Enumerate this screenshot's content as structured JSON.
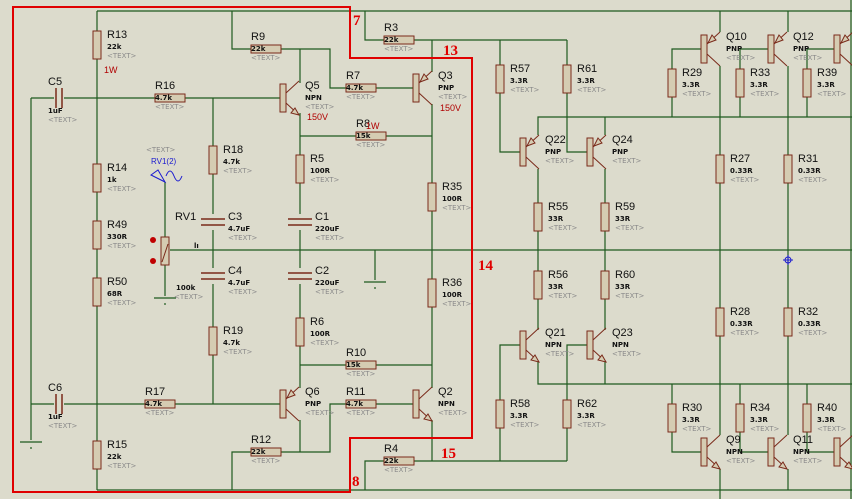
{
  "colors": {
    "background": "#dcdbcc",
    "wire": "#1e5a1e",
    "component_body": "#d5ccb2",
    "component_outline": "#7a2a1a",
    "highlight_box": "#e00000",
    "probe": "#1a1ad0"
  },
  "placeholder_text": "<TEXT>",
  "net_labels": {
    "n7": "7",
    "n13": "13",
    "n14": "14",
    "n15": "15",
    "n8": "8"
  },
  "annotations": {
    "r13_power": "1W",
    "r8_power": "1W",
    "q5_voltage": "150V",
    "q3_voltage": "150V",
    "rv1_probe": "RV1(2)",
    "rv1_probe_text": "<TEXT>",
    "rv1_wiper_mark": "lı"
  },
  "parts": {
    "R13": {
      "ref": "R13",
      "value": "22k"
    },
    "R14": {
      "ref": "R14",
      "value": "1k"
    },
    "R49": {
      "ref": "R49",
      "value": "330R"
    },
    "R50": {
      "ref": "R50",
      "value": "68R"
    },
    "R15": {
      "ref": "R15",
      "value": "22k"
    },
    "R16": {
      "ref": "R16",
      "value": "4.7k"
    },
    "R9": {
      "ref": "R9",
      "value": "22k"
    },
    "R7": {
      "ref": "R7",
      "value": "4.7k"
    },
    "R8": {
      "ref": "R8",
      "value": "15k"
    },
    "R18": {
      "ref": "R18",
      "value": "4.7k"
    },
    "R5": {
      "ref": "R5",
      "value": "100R"
    },
    "R19": {
      "ref": "R19",
      "value": "4.7k"
    },
    "R6": {
      "ref": "R6",
      "value": "100R"
    },
    "R10": {
      "ref": "R10",
      "value": "15k"
    },
    "R11": {
      "ref": "R11",
      "value": "4.7k"
    },
    "R17": {
      "ref": "R17",
      "value": "4.7k"
    },
    "R12": {
      "ref": "R12",
      "value": "22k"
    },
    "R4": {
      "ref": "R4",
      "value": "22k"
    },
    "R3": {
      "ref": "R3",
      "value": "22k"
    },
    "R35": {
      "ref": "R35",
      "value": "100R"
    },
    "R36": {
      "ref": "R36",
      "value": "100R"
    },
    "R57": {
      "ref": "R57",
      "value": "3.3R"
    },
    "R61": {
      "ref": "R61",
      "value": "3.3R"
    },
    "R55": {
      "ref": "R55",
      "value": "33R"
    },
    "R59": {
      "ref": "R59",
      "value": "33R"
    },
    "R56": {
      "ref": "R56",
      "value": "33R"
    },
    "R60": {
      "ref": "R60",
      "value": "33R"
    },
    "R58": {
      "ref": "R58",
      "value": "3.3R"
    },
    "R62": {
      "ref": "R62",
      "value": "3.3R"
    },
    "R29": {
      "ref": "R29",
      "value": "3.3R"
    },
    "R33": {
      "ref": "R33",
      "value": "3.3R"
    },
    "R39": {
      "ref": "R39",
      "value": "3.3R"
    },
    "R27": {
      "ref": "R27",
      "value": "0.33R"
    },
    "R31": {
      "ref": "R31",
      "value": "0.33R"
    },
    "R28": {
      "ref": "R28",
      "value": "0.33R"
    },
    "R32": {
      "ref": "R32",
      "value": "0.33R"
    },
    "R30": {
      "ref": "R30",
      "value": "3.3R"
    },
    "R34": {
      "ref": "R34",
      "value": "3.3R"
    },
    "R40": {
      "ref": "R40",
      "value": "3.3R"
    },
    "C5": {
      "ref": "C5",
      "value": "1uF"
    },
    "C6": {
      "ref": "C6",
      "value": "1uF"
    },
    "C3": {
      "ref": "C3",
      "value": "4.7uF"
    },
    "C4": {
      "ref": "C4",
      "value": "4.7uF"
    },
    "C1": {
      "ref": "C1",
      "value": "220uF"
    },
    "C2": {
      "ref": "C2",
      "value": "220uF"
    },
    "RV1": {
      "ref": "RV1",
      "value": "100k"
    },
    "Q5": {
      "ref": "Q5",
      "value": "NPN"
    },
    "Q3": {
      "ref": "Q3",
      "value": "PNP"
    },
    "Q6": {
      "ref": "Q6",
      "value": "PNP"
    },
    "Q2": {
      "ref": "Q2",
      "value": "NPN"
    },
    "Q22": {
      "ref": "Q22",
      "value": "PNP"
    },
    "Q24": {
      "ref": "Q24",
      "value": "PNP"
    },
    "Q21": {
      "ref": "Q21",
      "value": "NPN"
    },
    "Q23": {
      "ref": "Q23",
      "value": "NPN"
    },
    "Q10": {
      "ref": "Q10",
      "value": "PNP"
    },
    "Q12": {
      "ref": "Q12",
      "value": "PNP"
    },
    "Q9": {
      "ref": "Q9",
      "value": "NPN"
    },
    "Q11": {
      "ref": "Q11",
      "value": "NPN"
    }
  }
}
